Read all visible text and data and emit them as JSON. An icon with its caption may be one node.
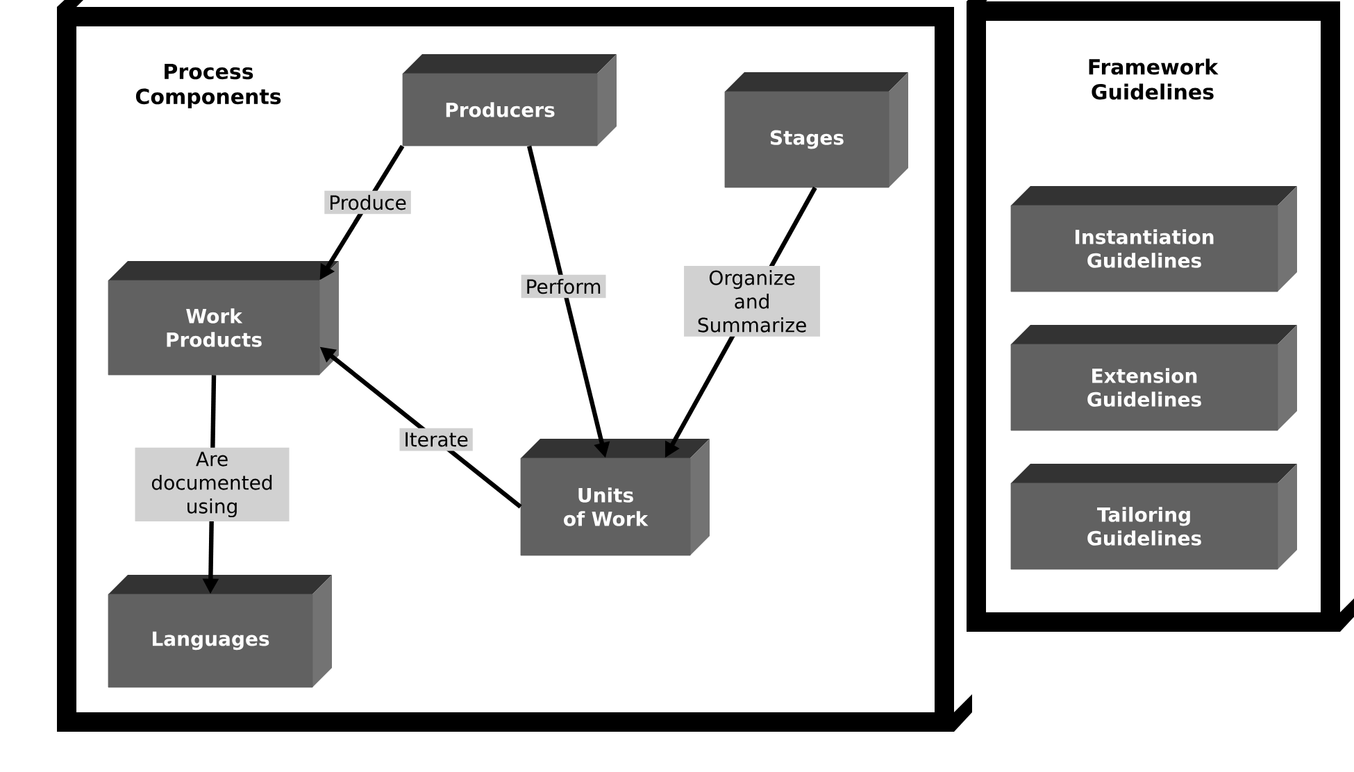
{
  "diagram": {
    "nodes": [
      {
        "text": [
          "Process Components"
        ]
      },
      {
        "text": [
          "Producers"
        ],
        "in": 0
      },
      {
        "text": [
          "Stages"
        ],
        "in": 0
      },
      {
        "text": [
          "Work Products"
        ],
        "in": 0
      },
      {
        "text": [
          "Units of Work"
        ],
        "in": 0
      },
      {
        "text": [
          "Languages"
        ],
        "in": 0
      },
      {
        "text": [
          "Framework Guidelines"
        ]
      },
      {
        "text": [
          "Instantiation Guidelines"
        ],
        "in": 6
      },
      {
        "text": [
          "Extension Guidelines"
        ],
        "in": 6
      },
      {
        "text": [
          "Tailoring Guidelines"
        ],
        "in": 6
      }
    ],
    "edges": [
      {
        "from": 1,
        "to": 3,
        "arrow": "to",
        "label": "Produce"
      },
      {
        "from": 1,
        "to": 4,
        "arrow": "to",
        "label": "Perform"
      },
      {
        "from": 2,
        "to": 4,
        "arrow": "to",
        "label": "Organize and Summarize"
      },
      {
        "from": 4,
        "to": 3,
        "arrow": "to",
        "label": "Iterate"
      },
      {
        "from": 3,
        "to": 5,
        "arrow": "to",
        "label": "Are documented using"
      }
    ]
  }
}
